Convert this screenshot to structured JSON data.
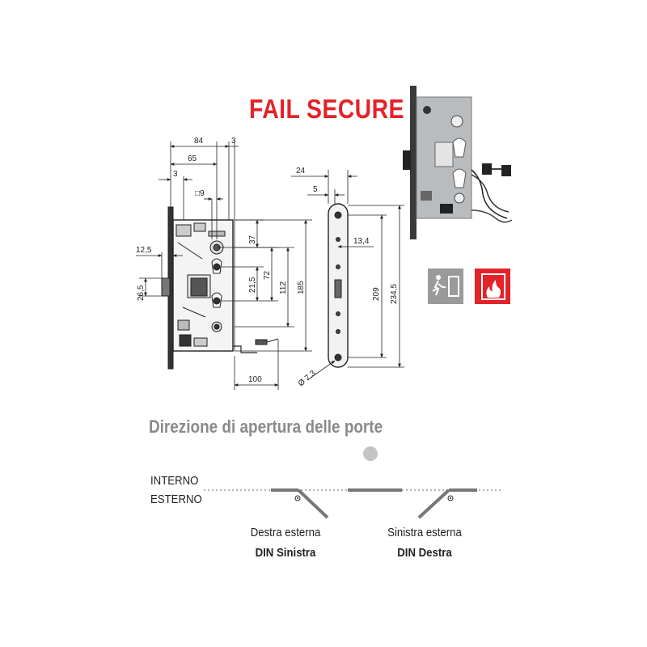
{
  "header": {
    "title": "FAIL SECURE"
  },
  "section": {
    "title": "Direzione di apertura delle porte"
  },
  "sides": {
    "inside": "INTERNO",
    "outside": "ESTERNO"
  },
  "openings": [
    {
      "caption": "Destra esterna",
      "din": "DIN Sinistra"
    },
    {
      "caption": "Sinistra esterna",
      "din": "DIN Destra"
    }
  ],
  "dimensions": {
    "d84": "84",
    "d3a": "3",
    "d65": "65",
    "d3b": "3",
    "sq9": "□9",
    "d12_5": "12,5",
    "d26_5": "26,5",
    "d37": "37",
    "d21_5": "21,5",
    "d72": "72",
    "d112": "112",
    "d185": "185",
    "d100": "100",
    "d24": "24",
    "d5": "5",
    "d13_4": "13,4",
    "d209": "209",
    "d234_5": "234,5",
    "phi7_3": "Ø 7,3"
  },
  "icons": {
    "emergency_exit": "emergency-exit-icon",
    "fire_door": "fire-door-icon"
  },
  "colors": {
    "accent_red": "#e3232a",
    "title_gray": "#8a8a8a",
    "dot_gray": "#c4c4c4"
  }
}
